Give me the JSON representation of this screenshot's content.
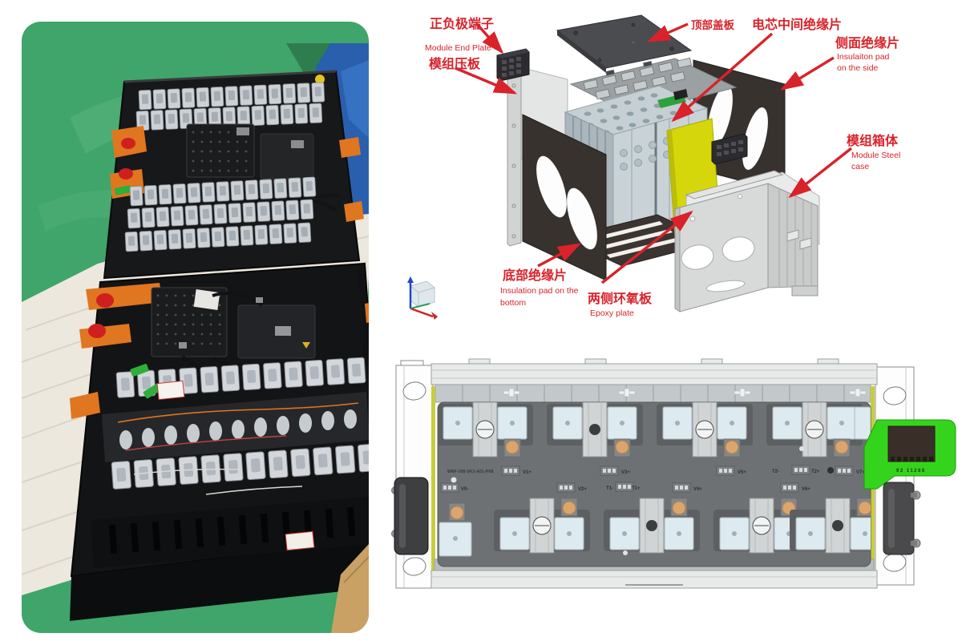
{
  "page": {
    "background": "#ffffff"
  },
  "theme": {
    "accent": "#d9222a",
    "floor_green": "#3fa56a",
    "foam": "#ece8dd",
    "tray_black": "#17181a",
    "cell_silver": "#ccd1d6",
    "terminal_orange": "#e0761f",
    "cap_red": "#cf2020",
    "clip_green": "#2fae3a",
    "tarp_blue": "#2a5fae",
    "epoxy_yellow": "#d6d70a",
    "case_gray": "#d8dad9",
    "insulation_dark": "#37322e",
    "cad_plate": "#6e7173",
    "cad_pad": "#ddeaf0",
    "connector_green": "#35d41c",
    "copper": "#dba56e"
  },
  "exploded": {
    "labels": {
      "terminals_zh": "正负极端子",
      "end_plate_en": "Module End Plate",
      "end_plate_zh": "模组压板",
      "top_cover_zh": "顶部盖板",
      "mid_insulation_zh": "电芯中间绝缘片",
      "side_insulation_zh": "侧面绝缘片",
      "side_insulation_en1": "Insulaiton pad",
      "side_insulation_en2": "on the side",
      "case_zh": "模组箱体",
      "case_en1": "Module Steel",
      "case_en2": "case",
      "bottom_insulation_zh": "底部绝缘片",
      "bottom_insulation_en1": "Insulation pad on the",
      "bottom_insulation_en2": "bottom",
      "epoxy_zh": "两侧环氧板",
      "epoxy_en": "Epoxy plate"
    }
  },
  "cad": {
    "part_number": "WNF-058-9K3-A01-P08",
    "connector_marking": "92 11288",
    "terminal_labels": {
      "row1": [
        "V1+",
        "V3+",
        "V5+",
        "T2-",
        "T2+",
        "V7+"
      ],
      "row2": [
        "V0-",
        "V2+",
        "T1-",
        "T1+",
        "V4+",
        "V6+"
      ]
    }
  }
}
